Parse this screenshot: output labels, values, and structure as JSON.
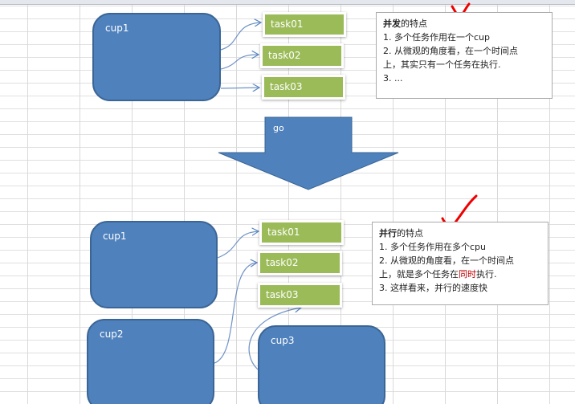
{
  "concurrent": {
    "cpu": "cup1",
    "tasks": [
      "task01",
      "task02",
      "task03"
    ],
    "note": {
      "title_bold": "并发",
      "title_rest": "的特点",
      "lines": [
        "1. 多个任务作用在一个cup",
        "2. 从微观的角度看，在一个时间点",
        "上，其实只有一个任务在执行.",
        "3. ..."
      ]
    }
  },
  "arrow_label": "go",
  "parallel": {
    "cpus": [
      "cup1",
      "cup2",
      "cup3"
    ],
    "tasks": [
      "task01",
      "task02",
      "task03"
    ],
    "note": {
      "title_bold": "并行",
      "title_rest": "的特点",
      "line1": "1. 多个任务作用在多个cpu",
      "line2": "2. 从微观的角度看，在一个时间点",
      "line3_pre": "上，就是多个任务在",
      "line3_red": "同时",
      "line3_post": "执行.",
      "line4": "3. 这样看来，并行的速度快"
    }
  },
  "colors": {
    "cpu": "#4f81bd",
    "task": "#9bbb59",
    "highlight": "#c00000"
  }
}
